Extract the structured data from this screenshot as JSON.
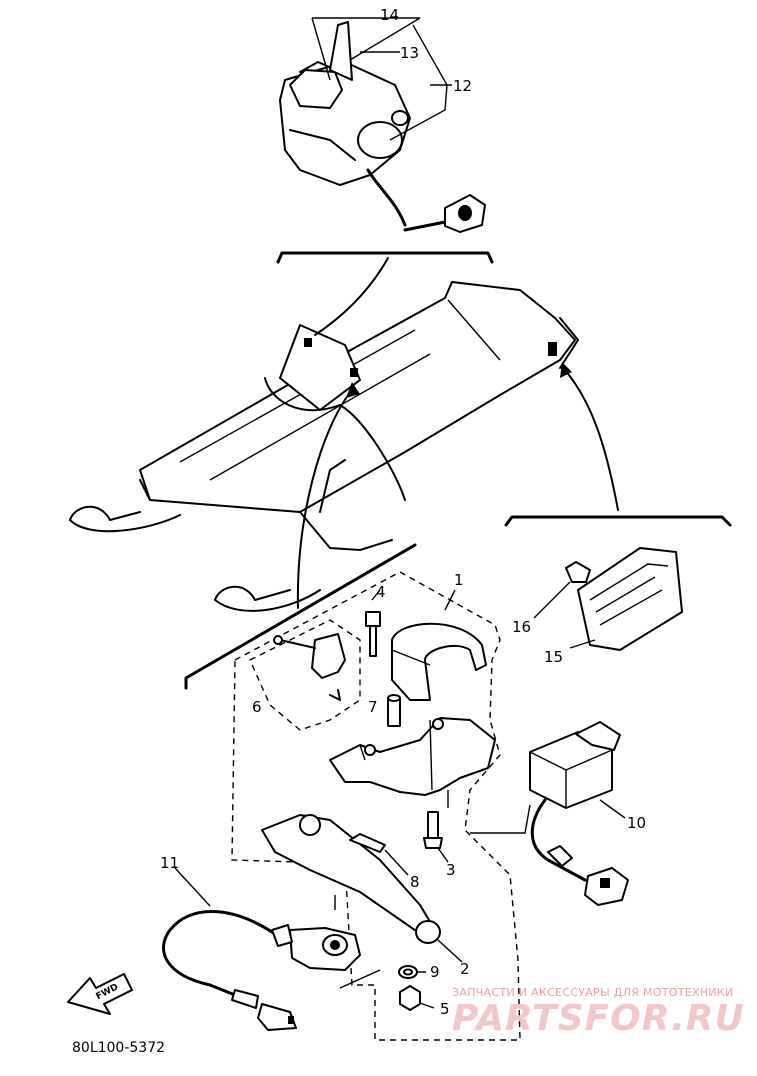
{
  "callouts": {
    "p1": "1",
    "p2": "2",
    "p3": "3",
    "p4": "4",
    "p5": "5",
    "p6": "6",
    "p7": "7",
    "p8": "8",
    "p9": "9",
    "p10": "10",
    "p11": "11",
    "p12": "12",
    "p13": "13",
    "p14": "14",
    "p15": "15",
    "p16": "16"
  },
  "fwd_label": "FWD",
  "diagram_code": "80L100-5372",
  "watermark": {
    "tagline": "ЗАПЧАСТИ И АКСЕССУАРЫ ДЛЯ МОТОТЕХНИКИ",
    "brand": "PARTSFOR.RU"
  }
}
